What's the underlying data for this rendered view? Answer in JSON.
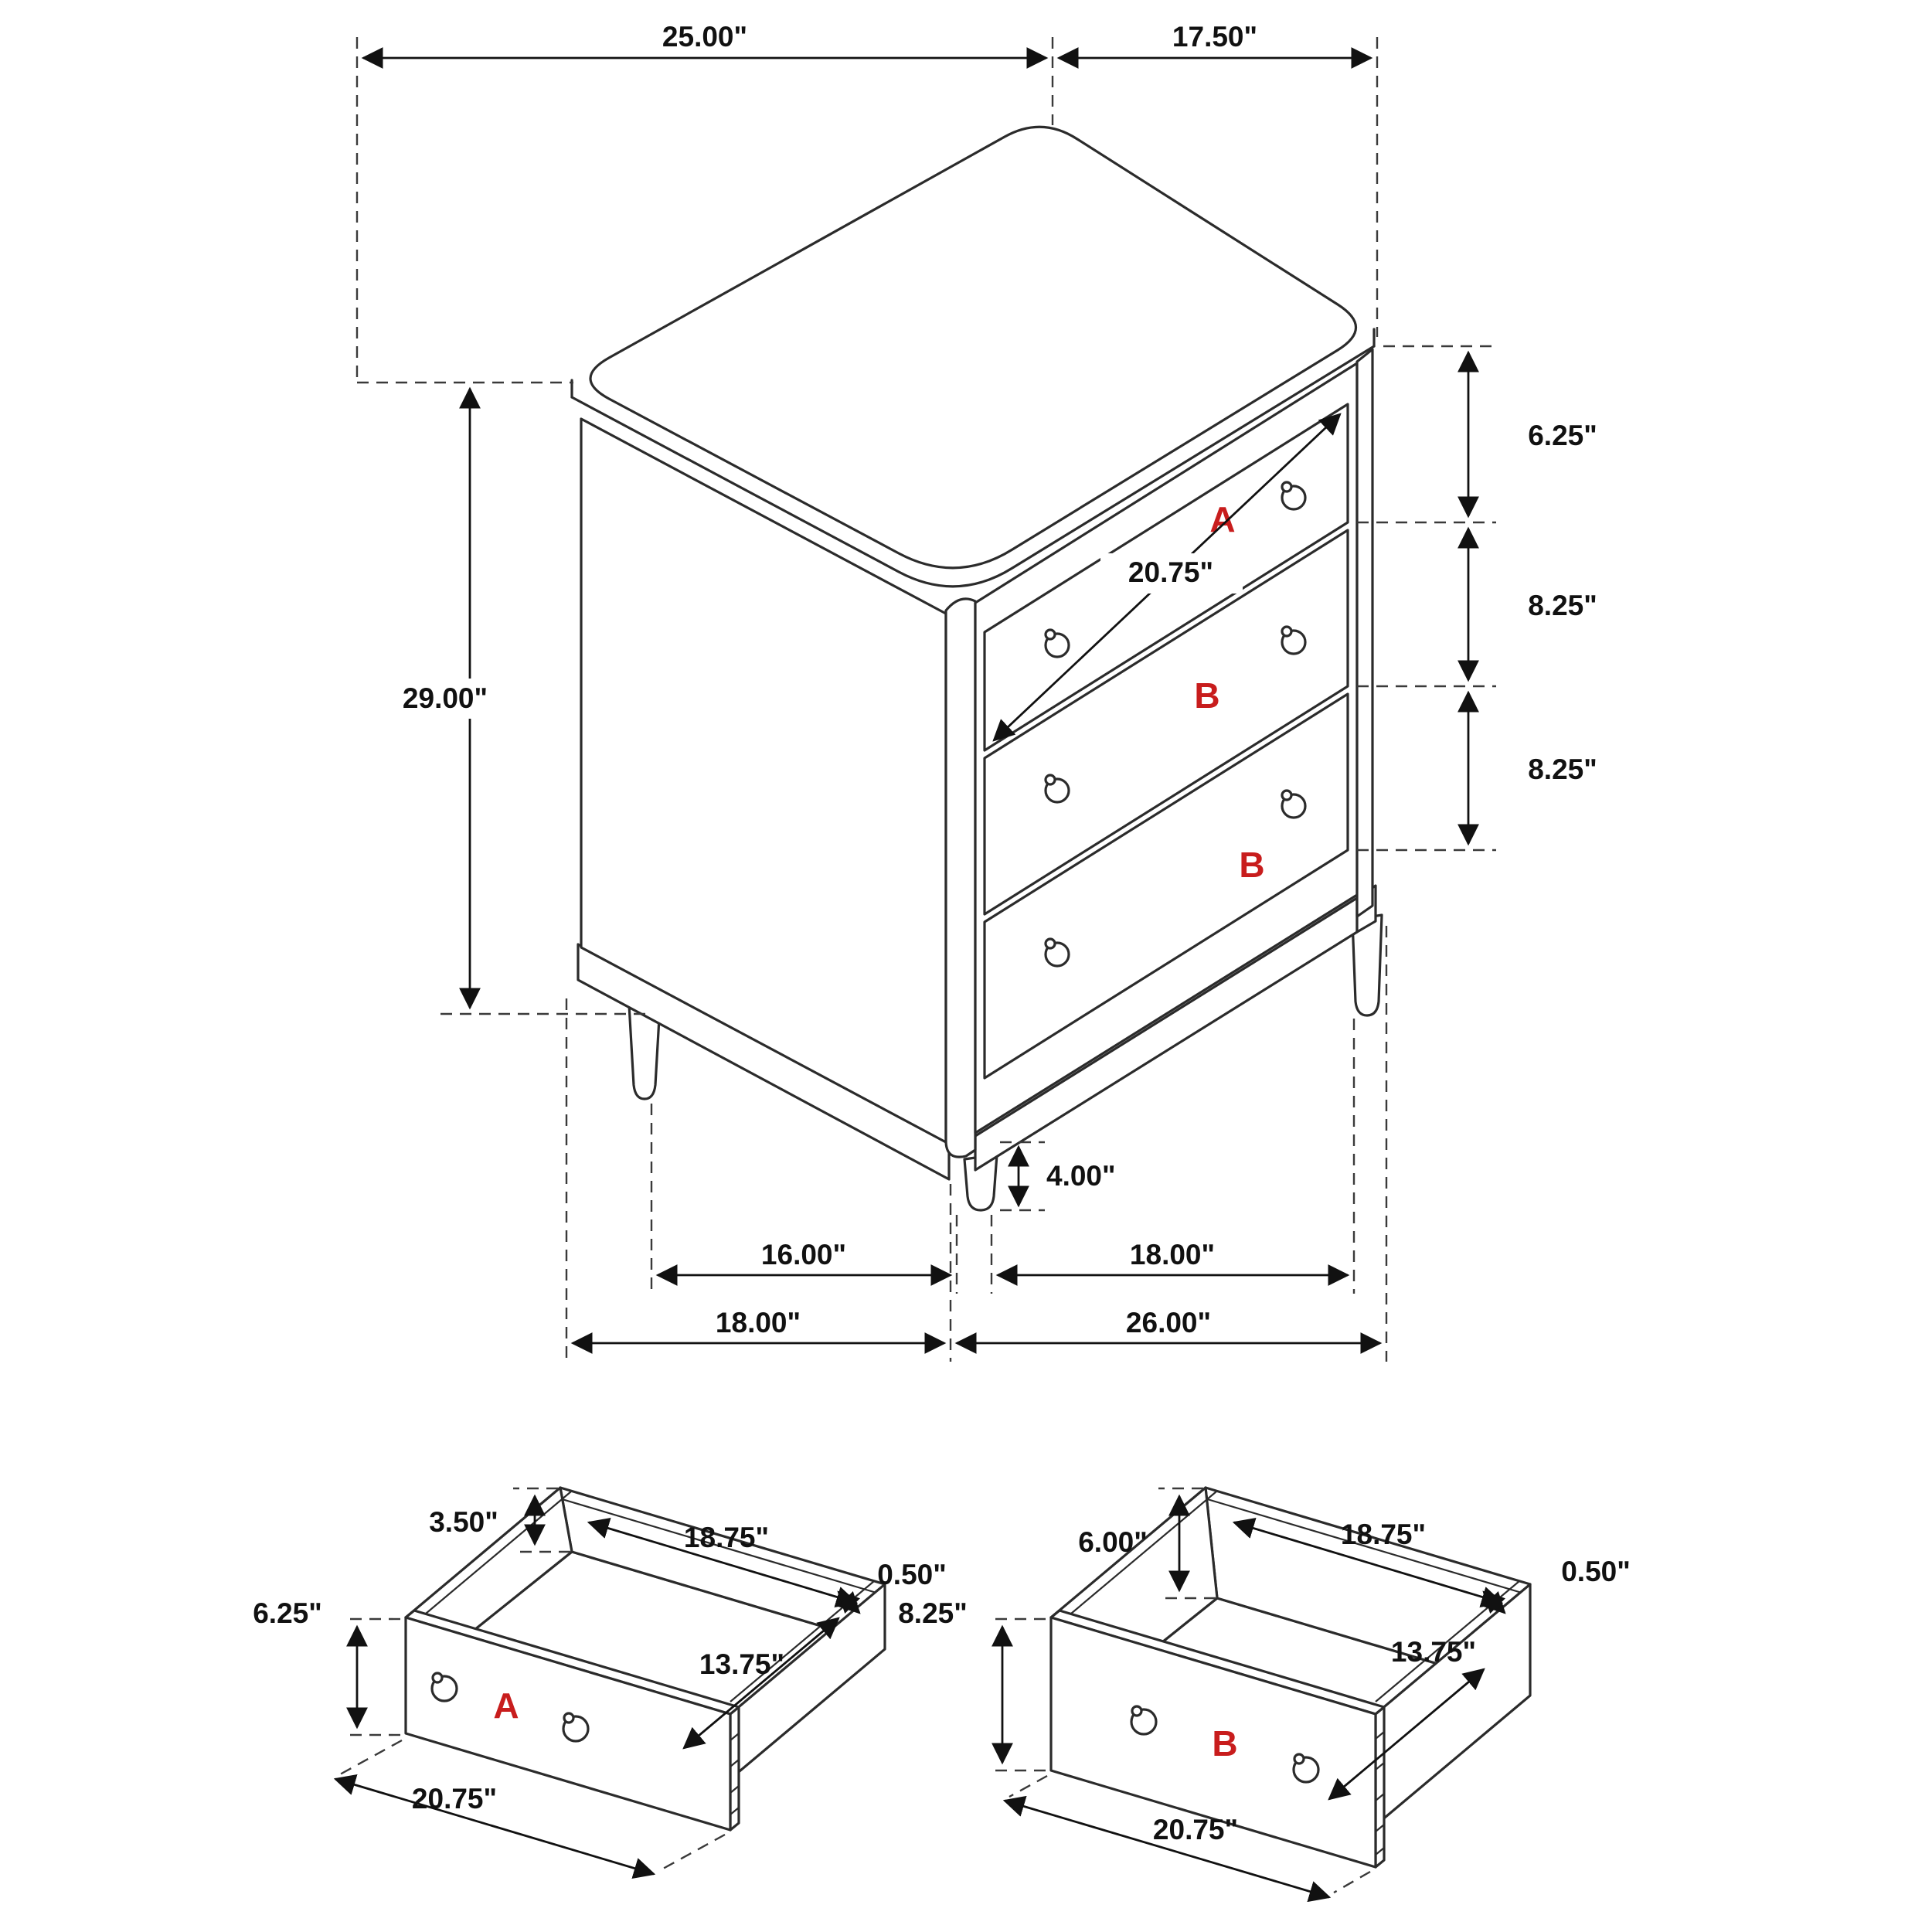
{
  "colors": {
    "line": "#2b2b2b",
    "dim_text": "#111111",
    "accent_red": "#c81d1d",
    "background": "#ffffff"
  },
  "main_view": {
    "title": "3-drawer chest isometric dimension view",
    "drawer_labels": {
      "top": "A",
      "middle": "B",
      "bottom": "B"
    },
    "dimensions": {
      "top_width": "25.00\"",
      "top_depth": "17.50\"",
      "overall_height": "29.00\"",
      "drawer_a_height": "6.25\"",
      "drawer_b1_height": "8.25\"",
      "drawer_b2_height": "8.25\"",
      "drawer_front_width": "20.75\"",
      "leg_height": "4.00\"",
      "leg_span_depth": "16.00\"",
      "leg_span_width": "18.00\"",
      "overall_depth": "18.00\"",
      "overall_width": "26.00\""
    }
  },
  "drawer_a_view": {
    "label": "A",
    "dimensions": {
      "back_height": "3.50\"",
      "inner_width": "18.75\"",
      "side_thickness": "0.50\"",
      "front_height": "6.25\"",
      "inner_depth": "13.75\"",
      "outer_width": "20.75\""
    }
  },
  "drawer_b_view": {
    "label": "B",
    "dimensions": {
      "back_height": "6.00\"",
      "inner_width": "18.75\"",
      "side_thickness": "0.50\"",
      "front_height": "8.25\"",
      "inner_depth": "13.75\"",
      "outer_width": "20.75\""
    }
  }
}
